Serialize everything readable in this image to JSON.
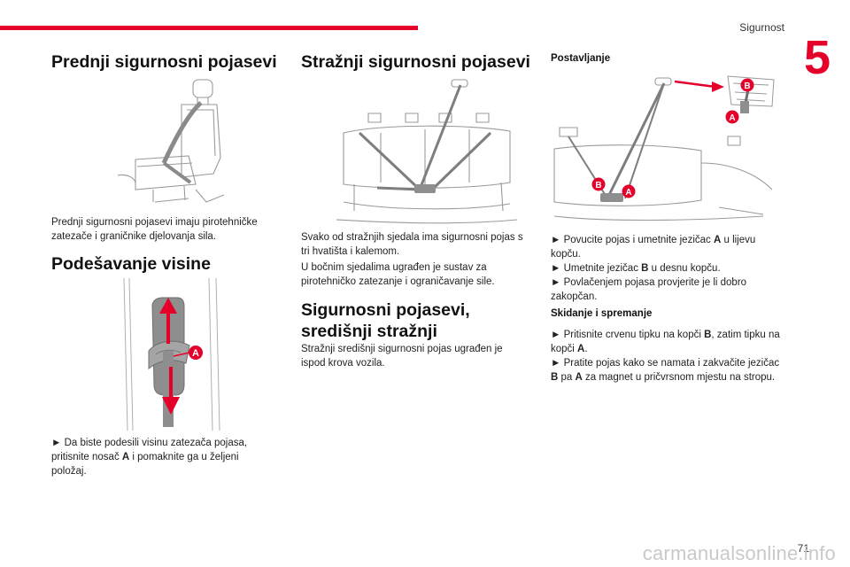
{
  "header": {
    "section": "Sigurnost",
    "chapter": "5"
  },
  "col1": {
    "title1": "Prednji sigurnosni pojasevi",
    "p1": "Prednji sigurnosni pojasevi imaju pirotehničke zatezače i graničnike djelovanja sila.",
    "title2": "Podešavanje visine",
    "callout": "A",
    "p2a": "► Da biste podesili visinu zatezača pojasa, pritisnite nosač ",
    "p2b": "A",
    "p2c": " i pomaknite ga u željeni položaj."
  },
  "col2": {
    "title1": "Stražnji sigurnosni pojasevi",
    "p1a": "Svako od stražnjih sjedala ima sigurnosni pojas s tri hvatišta i kalemom.",
    "p1b": "U bočnim sjedalima ugrađen je sustav za pirotehničko zatezanje i ograničavanje sile.",
    "title2": "Sigurnosni pojasevi, središnji stražnji",
    "p2": "Stražnji središnji sigurnosni pojas ugrađen je ispod krova vozila."
  },
  "col3": {
    "title1": "Postavljanje",
    "callout_a": "A",
    "callout_b": "B",
    "s1_1": "► Povucite pojas i umetnite jezičac ",
    "s1_2": "A",
    "s1_3": " u lijevu kopču.",
    "s2_1": "► Umetnite jezičac ",
    "s2_2": "B",
    "s2_3": " u desnu kopču.",
    "s3": "► Povlačenjem pojasa provjerite je li dobro zakopčan.",
    "title2": "Skidanje i spremanje",
    "s4_1": "► Pritisnite crvenu tipku na kopči ",
    "s4_2": "B",
    "s4_3": ", zatim tipku na kopči ",
    "s4_4": "A",
    "s4_5": ".",
    "s5_1": "► Pratite pojas kako se namata i zakvačite jezičac ",
    "s5_2": "B",
    "s5_3": " pa ",
    "s5_4": "A",
    "s5_5": " za magnet u pričvrsnom mjestu na stropu."
  },
  "footer": {
    "page": "71",
    "watermark": "carmanualsonline.info"
  },
  "colors": {
    "accent": "#e4002b",
    "text": "#1a1a1a",
    "drawing": "#9a9a9a"
  }
}
